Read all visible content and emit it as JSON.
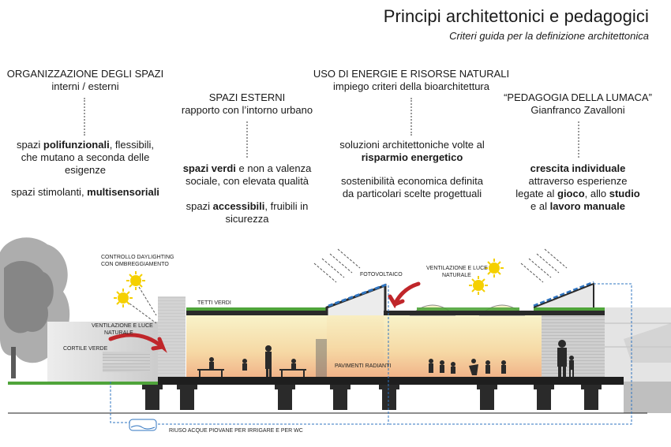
{
  "header": {
    "title": "Principi architettonici e pedagogici",
    "subtitle": "Criteri guida per la definizione architettonica"
  },
  "columns": {
    "c1": {
      "heading1": "ORGANIZZAZIONE DEGLI SPAZI",
      "heading2": "interni / esterni",
      "p1_pre": "spazi ",
      "p1_bold": "polifunzionali",
      "p1_post": ", flessibili, che mutano a seconda delle esigenze",
      "p2_pre": "spazi stimolanti, ",
      "p2_bold": "multisensoriali"
    },
    "c2": {
      "heading1": "SPAZI ESTERNI",
      "heading2": "rapporto con l’intorno urbano",
      "p1_bold": "spazi verdi",
      "p1_post": " e non a valenza sociale, con elevata qualità",
      "p2_pre": "spazi ",
      "p2_bold": "accessibili",
      "p2_post": ", fruibili in sicurezza"
    },
    "c3": {
      "heading1": "USO DI ENERGIE E RISORSE NATURALI",
      "heading2": "impiego criteri della bioarchitettura",
      "p1_pre": "soluzioni architettoniche volte al ",
      "p1_bold": "risparmio energetico",
      "p2": "sostenibilità economica definita da particolari scelte progettuali"
    },
    "c4": {
      "heading1": "“PEDAGOGIA DELLA LUMACA”",
      "heading2": "Gianfranco Zavalloni",
      "p1_bold": "crescita individuale",
      "p1_mid1": " attraverso esperienze legate al ",
      "p1_bold2": "gioco",
      "p1_mid2": ", allo ",
      "p1_bold3": "studio",
      "p1_mid3": " e al ",
      "p1_bold4": "lavoro manuale"
    }
  },
  "section_labels": {
    "daylight1": "CONTROLLO DAYLIGHTING",
    "daylight2": "CON OMBREGGIAMENTO",
    "vent_left1": "VENTILAZIONE E LUCE",
    "vent_left2": "NATURALE",
    "cortile": "CORTILE VERDE",
    "tetti": "TETTI VERDI",
    "fotovoltaico": "FOTOVOLTAICO",
    "vent_right1": "VENTILAZIONE E LUCE",
    "vent_right2": "NATURALE",
    "pavimenti": "PAVIMENTI RADIANTI",
    "riuso": "RIUSO ACQUE PIOVANE PER IRRIGARE E PER WC"
  },
  "colors": {
    "interior_top": "#f7f0c4",
    "interior_bottom": "#f2b58a",
    "arrow": "#c0262a",
    "solar_blue": "#2f74c0",
    "sun": "#f5d000",
    "grass": "#4fa43a",
    "structure": "#1e1e1e"
  }
}
